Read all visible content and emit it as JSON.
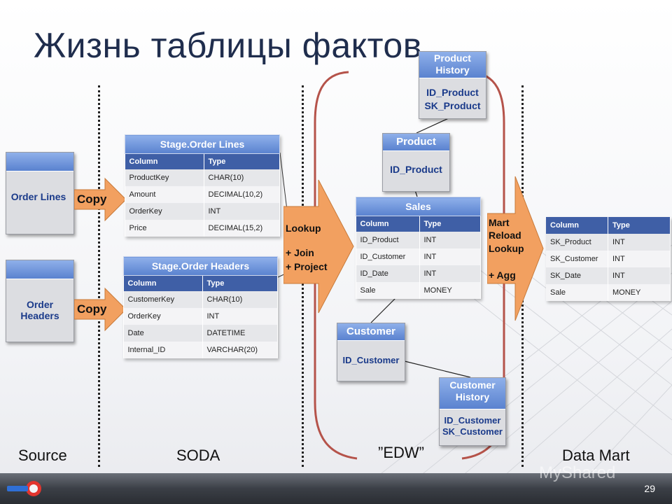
{
  "title": "Жизнь таблицы фактов",
  "zones": [
    "Source",
    "SODA",
    "”EDW”",
    "Data Mart"
  ],
  "source": {
    "order_lines": "Order Lines",
    "order_headers": "Order Headers"
  },
  "copy_label": "Copy",
  "stage_order_lines": {
    "title": "Stage.Order Lines",
    "columns": [
      "Column",
      "Type"
    ],
    "rows": [
      [
        "ProductKey",
        "CHAR(10)"
      ],
      [
        "Amount",
        "DECIMAL(10,2)"
      ],
      [
        "OrderKey",
        "INT"
      ],
      [
        "Price",
        "DECIMAL(15,2)"
      ]
    ]
  },
  "stage_order_headers": {
    "title": "Stage.Order Headers",
    "columns": [
      "Column",
      "Type"
    ],
    "rows": [
      [
        "CustomerKey",
        "CHAR(10)"
      ],
      [
        "OrderKey",
        "INT"
      ],
      [
        "Date",
        "DATETIME"
      ],
      [
        "Internal_ID",
        "VARCHAR(20)"
      ]
    ]
  },
  "lookup_arrow": {
    "line1": "Lookup",
    "line2": "+ Join",
    "line3": "+ Project"
  },
  "product_history": {
    "title": "Product History",
    "line1": "ID_Product",
    "line2": "SK_Product"
  },
  "product": {
    "title": "Product",
    "body": "ID_Product"
  },
  "sales": {
    "title": "Sales",
    "columns": [
      "Column",
      "Type"
    ],
    "rows": [
      [
        "ID_Product",
        "INT"
      ],
      [
        "ID_Customer",
        "INT"
      ],
      [
        "ID_Date",
        "INT"
      ],
      [
        "Sale",
        "MONEY"
      ]
    ]
  },
  "customer": {
    "title": "Customer",
    "body": "ID_Customer"
  },
  "customer_history": {
    "title": "Customer History",
    "line1": "ID_Customer",
    "line2": "SK_Customer"
  },
  "mart_arrow": {
    "line1": "Mart",
    "line2": "Reload",
    "line3": "Lookup",
    "line4": "+ Agg"
  },
  "mart_table": {
    "columns": [
      "Column",
      "Type"
    ],
    "rows": [
      [
        "SK_Product",
        "INT"
      ],
      [
        "SK_Customer",
        "INT"
      ],
      [
        "SK_Date",
        "INT"
      ],
      [
        "Sale",
        "MONEY"
      ]
    ]
  },
  "page_number": "29",
  "watermark": "MyShared",
  "colors": {
    "accent_blue": "#5a82cf",
    "arrow_orange": "#f2a060",
    "bracket_red": "#b5534a"
  }
}
